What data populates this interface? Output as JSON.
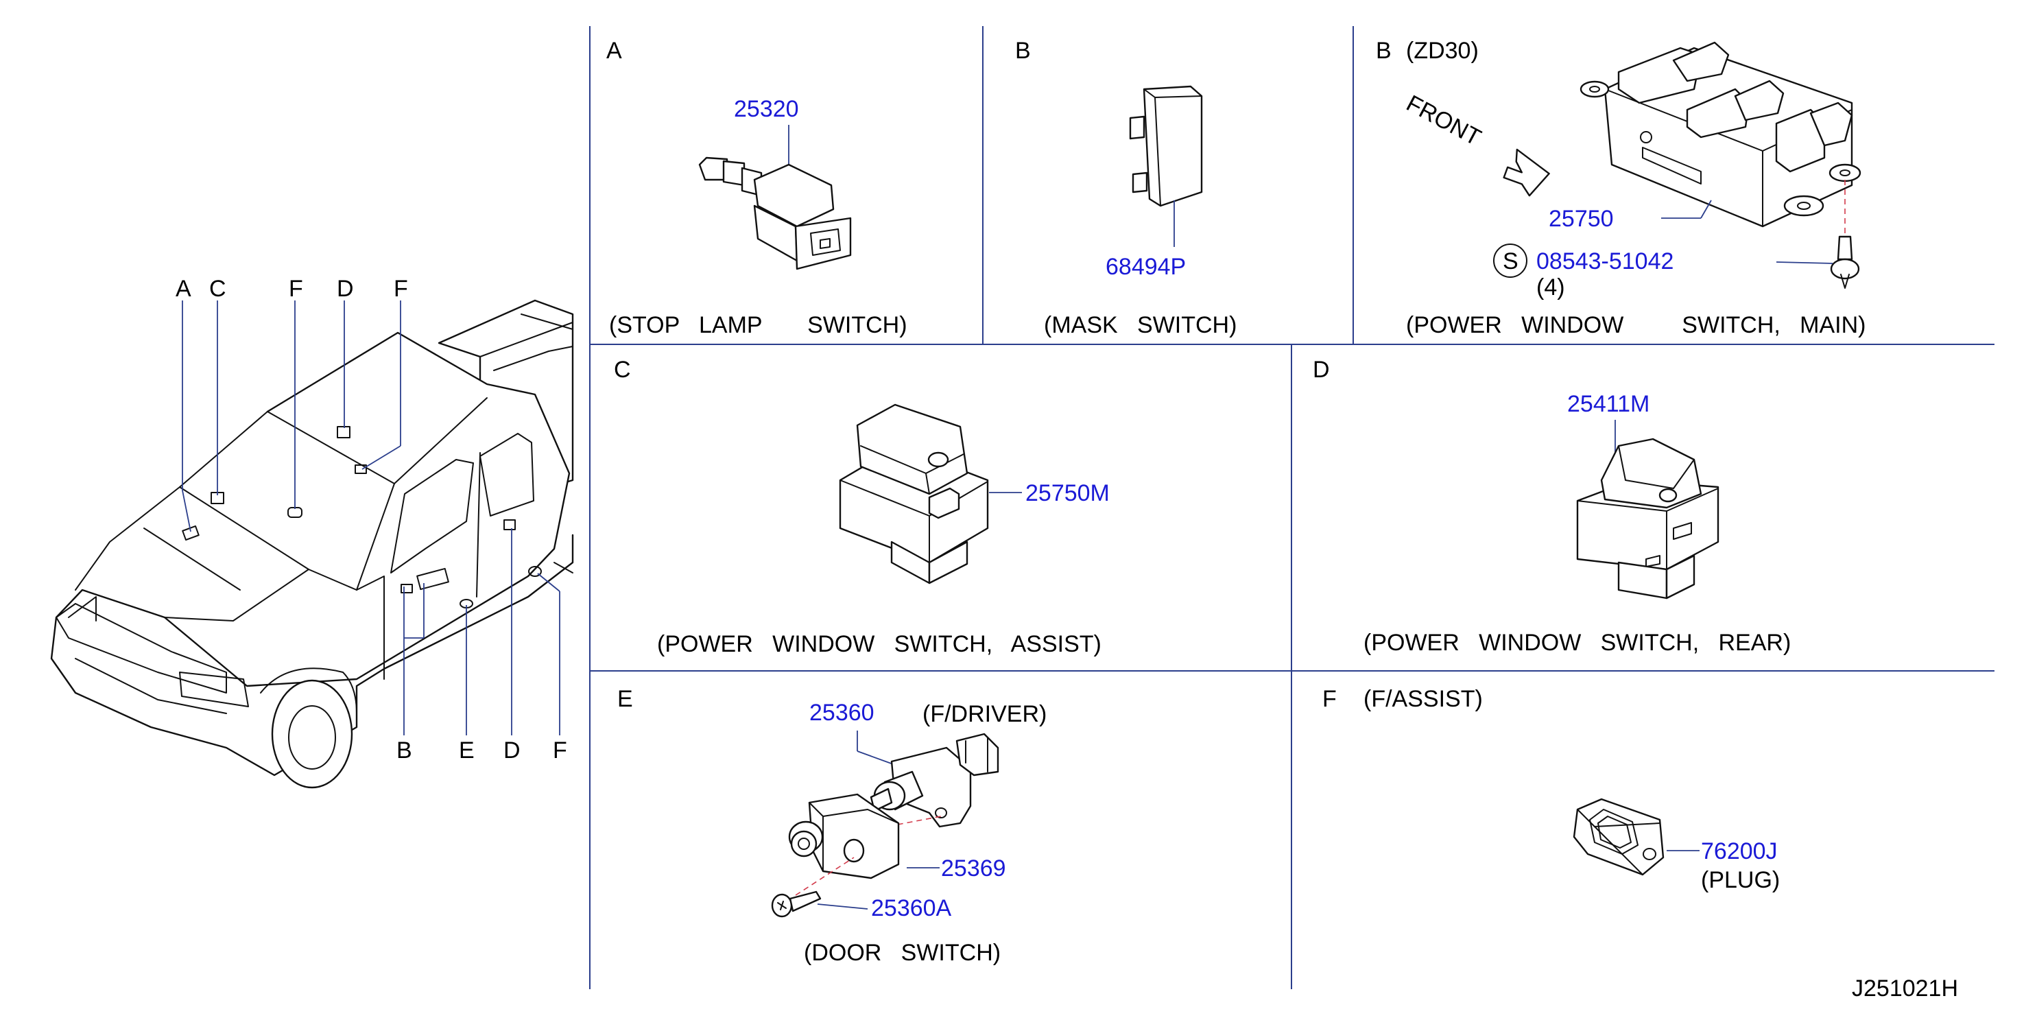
{
  "sections": {
    "A": {
      "letter": "A",
      "part": "25320",
      "caption": "(STOP   LAMP       SWITCH)"
    },
    "B": {
      "letter": "B",
      "part": "68494P",
      "caption": "(MASK   SWITCH)"
    },
    "B_ZD30": {
      "letter": "B",
      "qualifier": "(ZD30)",
      "front": "FRONT",
      "part_switch": "25750",
      "screw_symbol": "S",
      "part_screw": "08543-51042",
      "screw_qty": "(4)",
      "caption": "(POWER   WINDOW         SWITCH,   MAIN)"
    },
    "C": {
      "letter": "C",
      "part": "25750M",
      "caption": "(POWER   WINDOW   SWITCH,   ASSIST)"
    },
    "D": {
      "letter": "D",
      "part": "25411M",
      "caption": "(POWER   WINDOW   SWITCH,   REAR)"
    },
    "E": {
      "letter": "E",
      "part_switch": "25360",
      "qualifier": "(F/DRIVER)",
      "part_bracket": "25369",
      "part_screw": "25360A",
      "caption": "(DOOR   SWITCH)"
    },
    "F": {
      "letter": "F",
      "qualifier": "(F/ASSIST)",
      "part": "76200J",
      "note": "(PLUG)"
    }
  },
  "vehicle_callouts": {
    "top": [
      "A",
      "C",
      "F",
      "D",
      "F"
    ],
    "bottom": [
      "B",
      "E",
      "D",
      "F"
    ]
  },
  "diagram_id": "J251021H",
  "colors": {
    "part_number": "#1a1ad6",
    "grid_line": "#2b3e8c",
    "ink": "#111111",
    "dash": "#d23a4a"
  }
}
